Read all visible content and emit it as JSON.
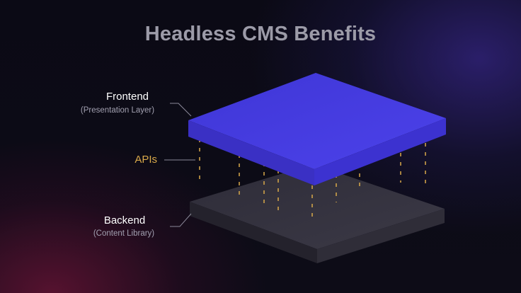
{
  "title": "Headless CMS Benefits",
  "layers": {
    "frontend": {
      "label": "Frontend",
      "sublabel": "(Presentation Layer)",
      "color": "#4a3ee0"
    },
    "apis": {
      "label": "APIs",
      "color": "#d9a94a"
    },
    "backend": {
      "label": "Backend",
      "sublabel": "(Content Library)",
      "color": "#3a3744"
    }
  }
}
